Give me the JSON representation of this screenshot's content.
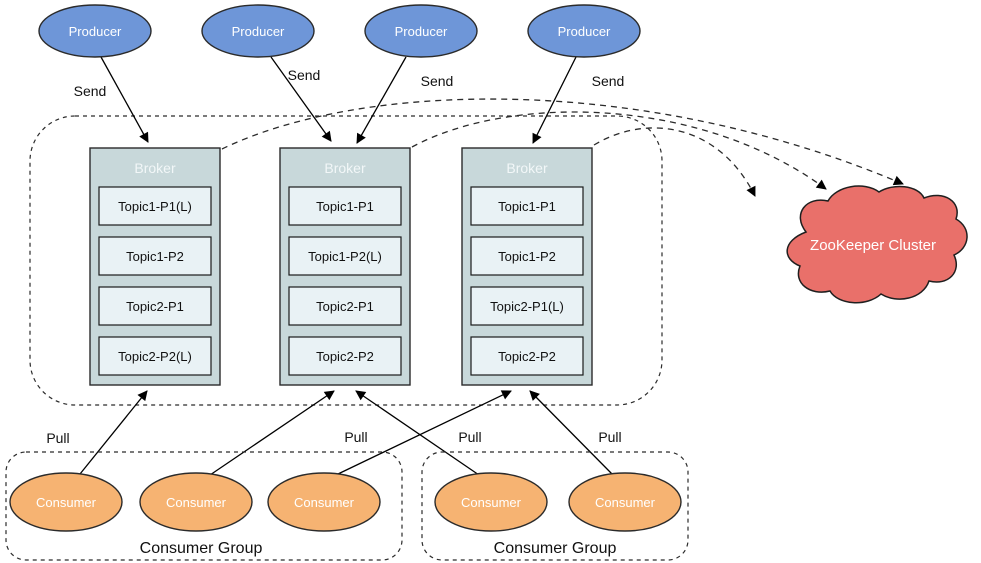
{
  "colors": {
    "producer_fill": "#6e96d8",
    "broker_fill": "#c8d8da",
    "topic_fill": "#e9f2f5",
    "consumer_fill": "#f6b372",
    "zookeeper_fill": "#e9706a",
    "background": "#ffffff"
  },
  "producers": [
    {
      "label": "Producer"
    },
    {
      "label": "Producer"
    },
    {
      "label": "Producer"
    },
    {
      "label": "Producer"
    }
  ],
  "send_labels": [
    "Send",
    "Send",
    "Send",
    "Send"
  ],
  "brokers": [
    {
      "title": "Broker",
      "topics": [
        "Topic1-P1(L)",
        "Topic1-P2",
        "Topic2-P1",
        "Topic2-P2(L)"
      ]
    },
    {
      "title": "Broker",
      "topics": [
        "Topic1-P1",
        "Topic1-P2(L)",
        "Topic2-P1",
        "Topic2-P2"
      ]
    },
    {
      "title": "Broker",
      "topics": [
        "Topic1-P1",
        "Topic1-P2",
        "Topic2-P1(L)",
        "Topic2-P2"
      ]
    }
  ],
  "zookeeper": {
    "label": "ZooKeeper Cluster"
  },
  "pull_labels": [
    "Pull",
    "Pull",
    "Pull",
    "Pull"
  ],
  "consumer_groups": [
    {
      "label": "Consumer Group",
      "consumers": [
        {
          "label": "Consumer"
        },
        {
          "label": "Consumer"
        },
        {
          "label": "Consumer"
        }
      ]
    },
    {
      "label": "Consumer Group",
      "consumers": [
        {
          "label": "Consumer"
        },
        {
          "label": "Consumer"
        }
      ]
    }
  ]
}
